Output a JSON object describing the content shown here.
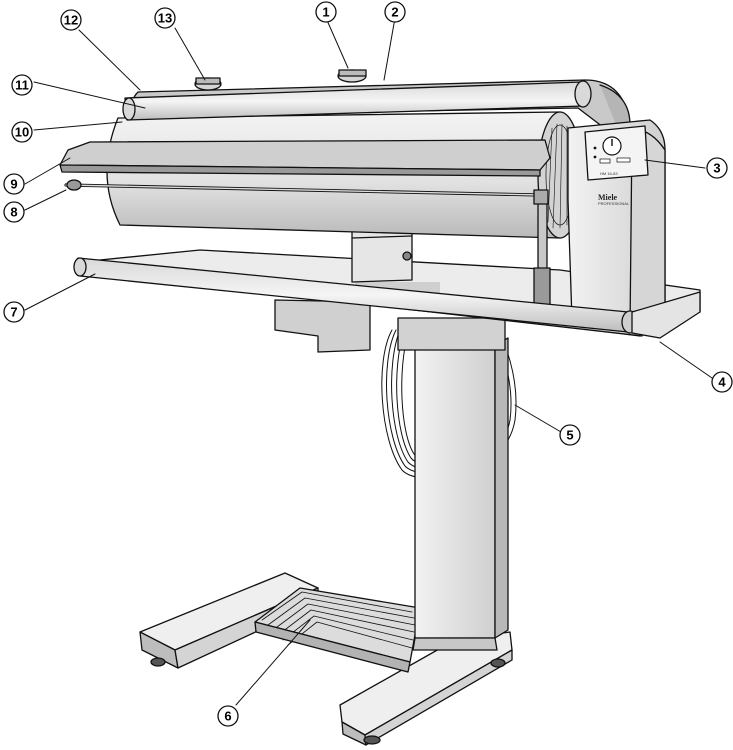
{
  "callouts": [
    {
      "id": 1,
      "text": "1"
    },
    {
      "id": 2,
      "text": "2"
    },
    {
      "id": 3,
      "text": "3"
    },
    {
      "id": 4,
      "text": "4"
    },
    {
      "id": 5,
      "text": "5"
    },
    {
      "id": 6,
      "text": "6"
    },
    {
      "id": 7,
      "text": "7"
    },
    {
      "id": 8,
      "text": "8"
    },
    {
      "id": 9,
      "text": "9"
    },
    {
      "id": 10,
      "text": "10"
    },
    {
      "id": 11,
      "text": "11"
    },
    {
      "id": 12,
      "text": "12"
    },
    {
      "id": 13,
      "text": "13"
    }
  ],
  "brand": {
    "name": "Miele",
    "sub": "PROFESSIONAL",
    "model": "HM 16-83"
  },
  "colors": {
    "body": "#e6e6e6",
    "shade": "#c4c4c4",
    "dark": "#9a9a9a",
    "outline": "#111111"
  }
}
